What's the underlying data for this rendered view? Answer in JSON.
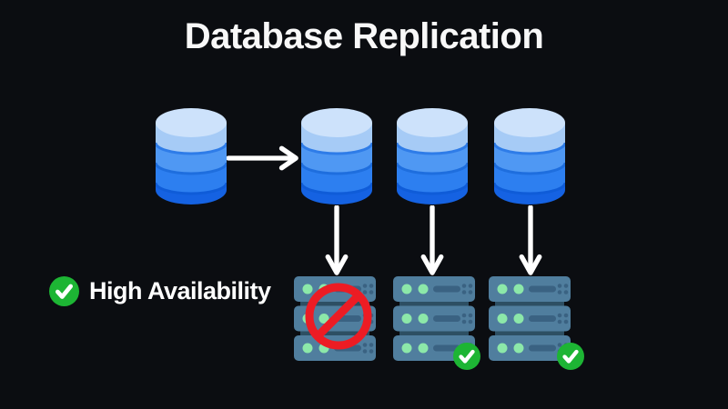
{
  "title": "Database Replication",
  "legend": {
    "label": "High Availability",
    "icon": "check-circle-icon"
  },
  "icons": {
    "database": "database-cylinder-icon",
    "server": "server-rack-icon",
    "success": "check-circle-icon",
    "failure": "prohibition-icon",
    "replicate_flow": "arrow-right-icon",
    "serve_flow": "arrow-down-icon"
  },
  "colors": {
    "background": "#0b0d11",
    "title_text": "#f8f8f8",
    "db_top": "#cde2fb",
    "db_band_light": "#a6cbf6",
    "db_band_mid": "#4f98f3",
    "db_band_deep": "#2d7ff0",
    "db_band_bottom": "#1562e2",
    "server_body": "#507e9e",
    "server_slot": "#3a6282",
    "server_connector": "#2d4f63",
    "server_light": "#8ce8a9",
    "check_green": "#1db534",
    "prohibited_red": "#ec1c24",
    "arrow": "#ffffff"
  },
  "diagram": {
    "primary_database": {
      "type": "database",
      "role": "primary"
    },
    "replica_databases": [
      {
        "type": "database",
        "role": "replica"
      },
      {
        "type": "database",
        "role": "replica"
      },
      {
        "type": "database",
        "role": "replica"
      }
    ],
    "servers": [
      {
        "type": "server-rack",
        "status": "unavailable"
      },
      {
        "type": "server-rack",
        "status": "available"
      },
      {
        "type": "server-rack",
        "status": "available"
      }
    ]
  }
}
